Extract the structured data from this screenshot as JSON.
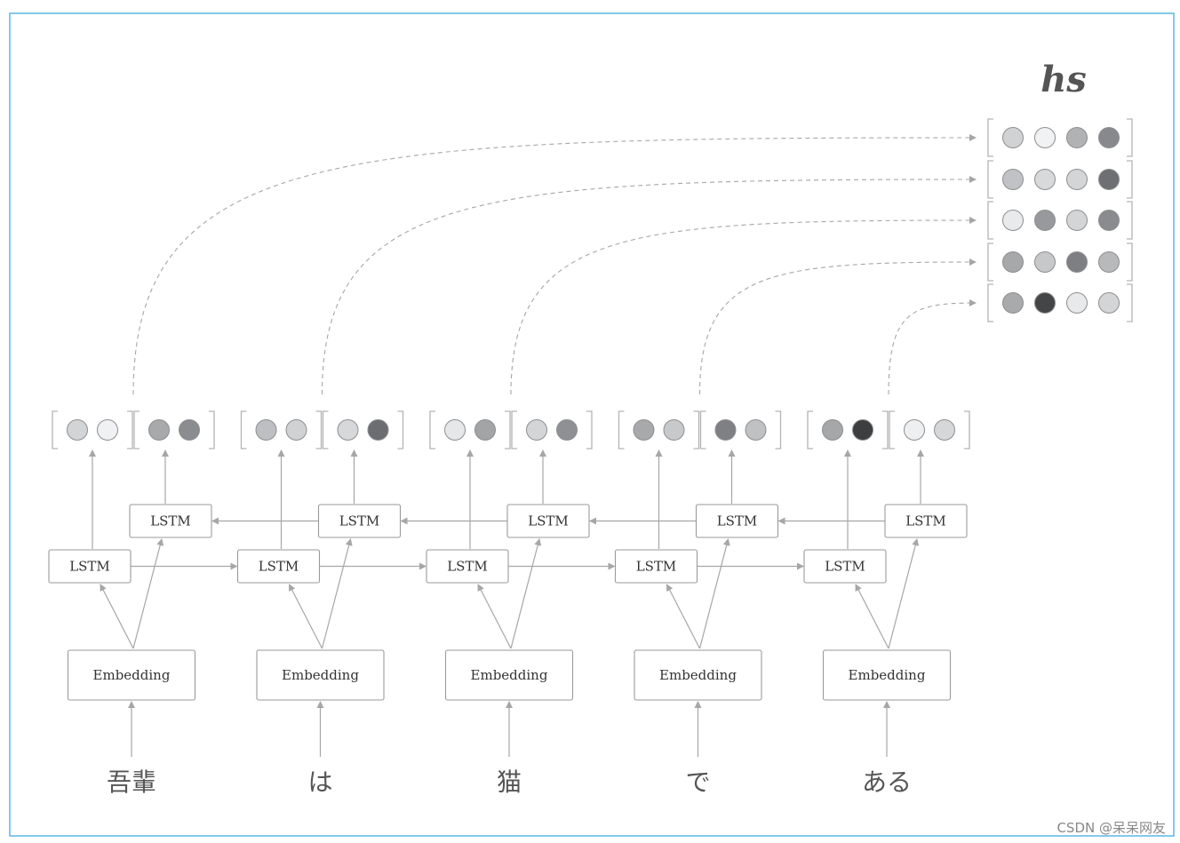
{
  "diagram": {
    "hs_label": "hs",
    "watermark": "CSDN @呆呆网友",
    "lstm_label": "LSTM",
    "embedding_label": "Embedding",
    "colors": {
      "frame": "#5bb6e6",
      "box_stroke": "#9a9a9a",
      "arrow": "#a6a6a6",
      "dashed": "#a6a6a6",
      "bracket": "#b3b3b3"
    },
    "columns": [
      {
        "token": "吾輩",
        "forward_vec": [
          "#d2d4d6",
          "#f0f1f2"
        ],
        "backward_vec": [
          "#a8a9ab",
          "#8b8c8f"
        ]
      },
      {
        "token": "は",
        "forward_vec": [
          "#bebfc2",
          "#cfd1d3"
        ],
        "backward_vec": [
          "#d6d8da",
          "#6c6d70"
        ]
      },
      {
        "token": "猫",
        "forward_vec": [
          "#e6e7e8",
          "#a3a4a6"
        ],
        "backward_vec": [
          "#d3d5d7",
          "#8f9093"
        ]
      },
      {
        "token": "で",
        "forward_vec": [
          "#a8a9ab",
          "#c8c9cb"
        ],
        "backward_vec": [
          "#7f8083",
          "#c0c1c3"
        ]
      },
      {
        "token": "ある",
        "forward_vec": [
          "#a6a7a9",
          "#3d3e40"
        ],
        "backward_vec": [
          "#eeeff0",
          "#d6d7d9"
        ]
      }
    ],
    "hs_rows": [
      [
        "#d0d2d4",
        "#f1f2f3",
        "#b1b2b4",
        "#88898c"
      ],
      [
        "#c1c2c5",
        "#d7d9db",
        "#d3d5d7",
        "#6e6f72"
      ],
      [
        "#e9eaeb",
        "#98999c",
        "#d3d5d7",
        "#8a8b8e"
      ],
      [
        "#a7a8aa",
        "#c7c8ca",
        "#7e7f82",
        "#b8b9bb"
      ],
      [
        "#a9aaac",
        "#444547",
        "#e8e9ea",
        "#d3d5d7"
      ]
    ]
  }
}
